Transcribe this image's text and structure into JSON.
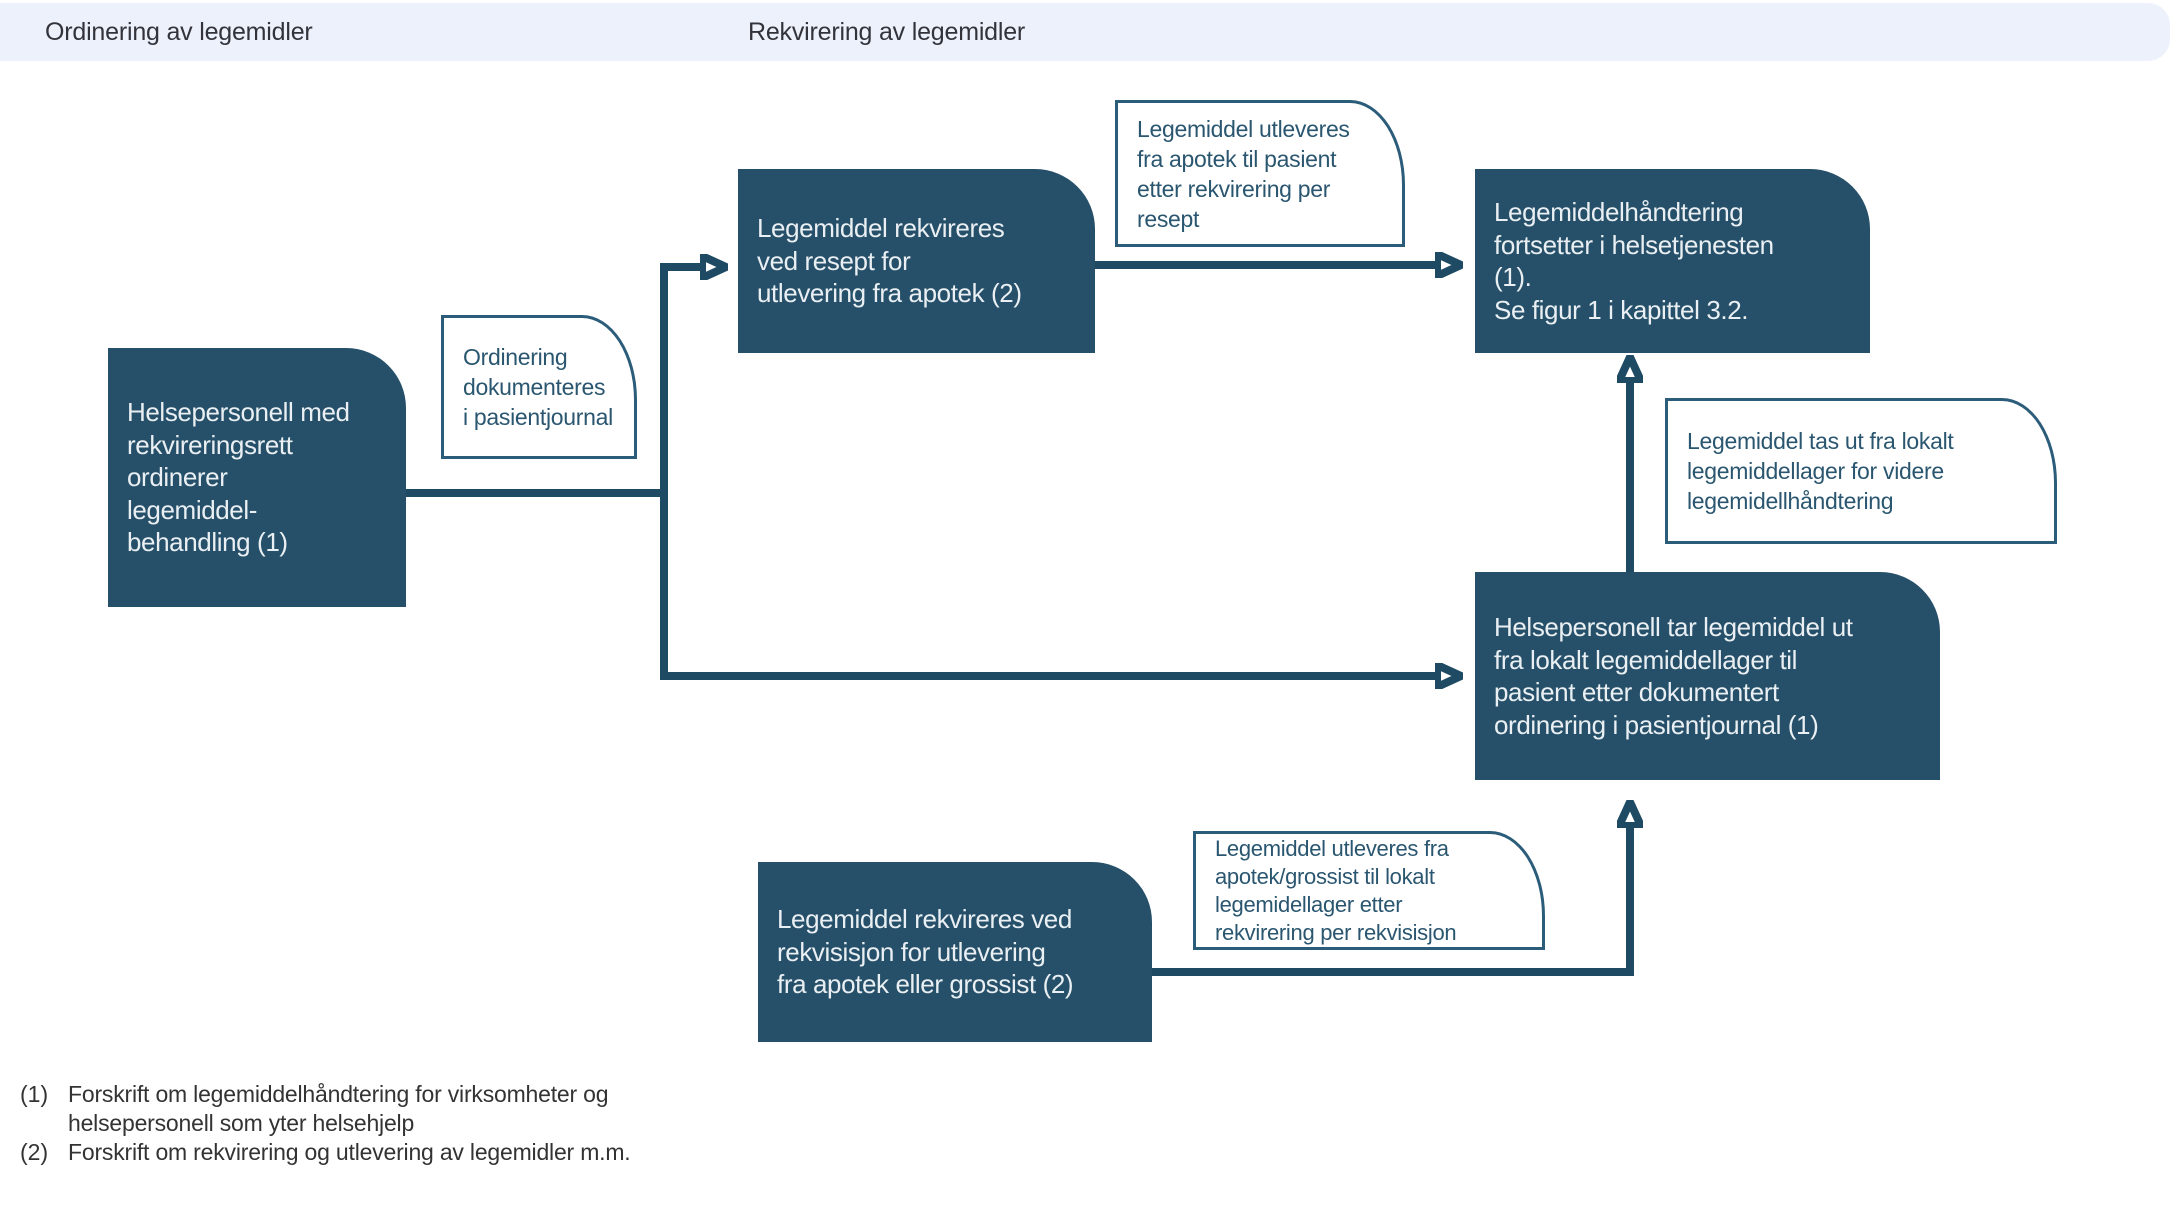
{
  "header": {
    "left_label": "Ordinering av legemidler",
    "right_label": "Rekvirering av legemidler"
  },
  "boxes": {
    "ordering": {
      "text": "Helsepersonell med\nrekvireringsrett\nordinerer\nlegemiddel-\nbehandling (1)"
    },
    "prescription": {
      "text": "Legemiddel rekvireres\nved resept for\nutlevering fra apotek (2)"
    },
    "continues": {
      "text": "Legemiddelhåndtering\nfortsetter i helsetjenesten\n(1).\nSe figur 1 i kapittel 3.2."
    },
    "withdraw": {
      "text": "Helsepersonell tar legemiddel ut\nfra lokalt legemiddellager til\npasient etter dokumentert\nordinering i pasientjournal (1)"
    },
    "requisition": {
      "text": "Legemiddel rekvireres ved\nrekvisisjon for utlevering\nfra apotek eller grossist (2)"
    }
  },
  "notes": {
    "journal": {
      "text": "Ordinering\ndokumenteres\ni pasientjournal"
    },
    "dispense_prescription": {
      "text": "Legemiddel utleveres\nfra apotek til pasient\netter rekvirering per\nresept"
    },
    "local_stock_out": {
      "text": "Legemiddel tas ut fra lokalt\nlegemiddellager for videre\nlegemidellhåndtering"
    },
    "dispense_requisition": {
      "text": "Legemiddel utleveres fra\napotek/grossist til lokalt\nlegemidellager etter\nrekvirering per rekvisisjon"
    }
  },
  "footnotes": [
    {
      "marker": "(1)",
      "text": "Forskrift om legemiddelhåndtering for virksomheter og\nhelsepersonell som yter helsehjelp"
    },
    {
      "marker": "(2)",
      "text": "Forskrift om rekvirering og utlevering av legemidler m.m."
    }
  ],
  "colors": {
    "box_fill": "#265069",
    "box_text": "#E9EFF2",
    "arrow": "#1E4A64",
    "note_border": "#2B5C79",
    "note_text": "#2A5670",
    "header_bg": "#EDF1FB",
    "header_text": "#33333B",
    "footnote_text": "#333333",
    "background": "#FFFFFF"
  }
}
